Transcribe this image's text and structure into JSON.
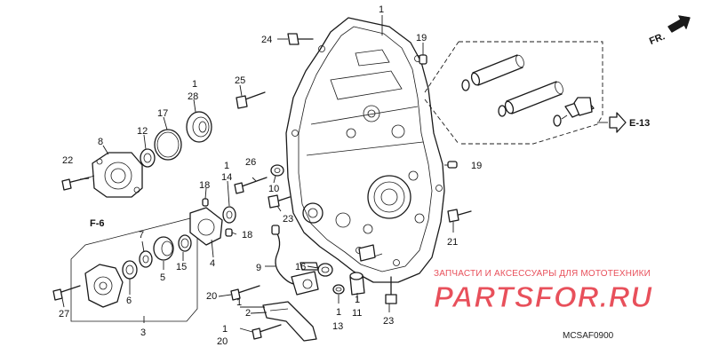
{
  "callouts": {
    "c1a": "1",
    "c24": "24",
    "c19a": "19",
    "c25": "25",
    "c1b": "1",
    "c28": "28",
    "c17": "17",
    "c12": "12",
    "c8": "8",
    "c22": "22",
    "c26": "26",
    "c1c": "1",
    "c14": "14",
    "c18a": "18",
    "c10": "10",
    "c23a": "23",
    "c19b": "19",
    "c21": "21",
    "c7": "7",
    "c18b": "18",
    "c5": "5",
    "c15": "15",
    "c4": "4",
    "c6": "6",
    "c27": "27",
    "c3": "3",
    "c9": "9",
    "c16": "16",
    "c20a": "20",
    "c1d": "1",
    "c2": "2",
    "c1e": "1",
    "c20b": "20",
    "c1f": "1",
    "c13": "13",
    "c1g": "1",
    "c11": "11",
    "c23b": "23"
  },
  "references": {
    "f6": "F-6",
    "e13": "E-13",
    "fr": "FR."
  },
  "diagram_code": "MCSAF0900",
  "watermark": {
    "caption": "ЗАПЧАСТИ И АКСЕССУАРЫ ДЛЯ МОТОТЕХНИКИ",
    "logo": "PARTSFOR.RU",
    "color": "#e8505b"
  }
}
